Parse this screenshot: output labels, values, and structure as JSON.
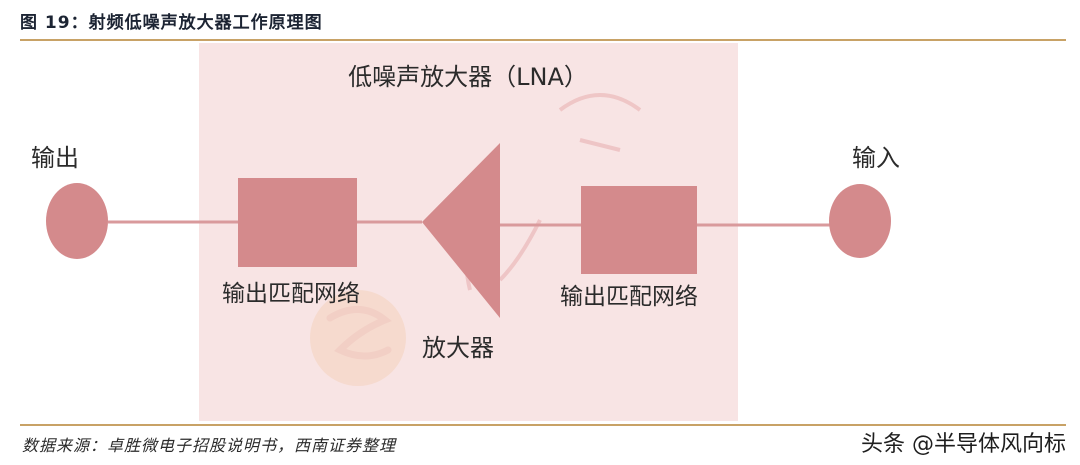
{
  "figure": {
    "title": "图 19：射频低噪声放大器工作原理图",
    "source_note": "数据来源：卓胜微电子招股说明书，西南证券整理",
    "credit": "头条 @半导体风向标"
  },
  "diagram": {
    "block_title": "低噪声放大器（LNA）",
    "output_label": "输出",
    "input_label": "输入",
    "left_matching_label": "输出匹配网络",
    "right_matching_label": "输出匹配网络",
    "amplifier_label": "放大器"
  },
  "colors": {
    "panel": "#f8e4e4",
    "element": "#d48a8c",
    "line": "#d99a9c",
    "rule": "#c8a266"
  },
  "watermark": {
    "icon": "logo-watermark-icon"
  }
}
